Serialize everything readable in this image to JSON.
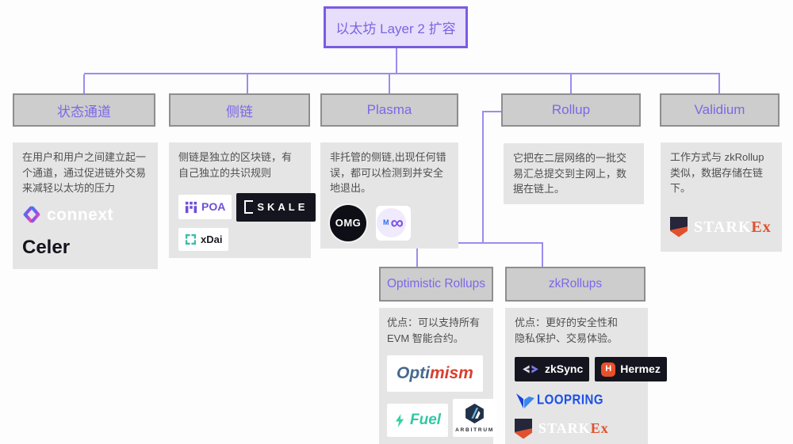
{
  "root": {
    "title": "以太坊 Layer 2 扩容"
  },
  "branches": {
    "state_channels": {
      "label": "状态通道",
      "description": "在用户和用户之间建立起一个通道，通过促进链外交易来减轻以太坊的压力"
    },
    "sidechains": {
      "label": "侧链",
      "description": "侧链是独立的区块链，有自己独立的共识规则"
    },
    "plasma": {
      "label": "Plasma",
      "description": "非托管的侧链,出现任何错误，都可以检测到并安全地退出。"
    },
    "rollup": {
      "label": "Rollup",
      "description": "它把在二层网络的一批交易汇总提交到主网上，数据在链上。"
    },
    "validium": {
      "label": "Validium",
      "description": "工作方式与 zkRollup 类似，数据存储在链下。"
    }
  },
  "sub_branches": {
    "optimistic": {
      "label": "Optimistic Rollups",
      "description": "优点：可以支持所有 EVM 智能合约。"
    },
    "zk": {
      "label": "zkRollups",
      "description": "优点：更好的安全性和隐私保护、交易体验。"
    }
  },
  "logos": {
    "connext": "connext",
    "celer": "Celer",
    "poa": "POA",
    "skale": "SKALE",
    "xdai": "xDai",
    "omg": "OMG",
    "optimism_part1": "Opti",
    "optimism_part2": "mism",
    "fuel": "Fuel",
    "arbitrum": "ARBITRUM",
    "zksync": "zkSync",
    "hermez": "Hermez",
    "hermez_initial": "H",
    "loopring": "LOOPRING",
    "stark": "STARK",
    "stark_ex": "Ex"
  },
  "colors": {
    "connector_line": "#9c8bf0",
    "root_border": "#7a5ce0",
    "root_background": "#e6defb",
    "heading_text": "#7b68e8",
    "header_background": "#cdcdcd",
    "description_background": "#e5e5e5",
    "description_text": "#4f4f4f"
  }
}
